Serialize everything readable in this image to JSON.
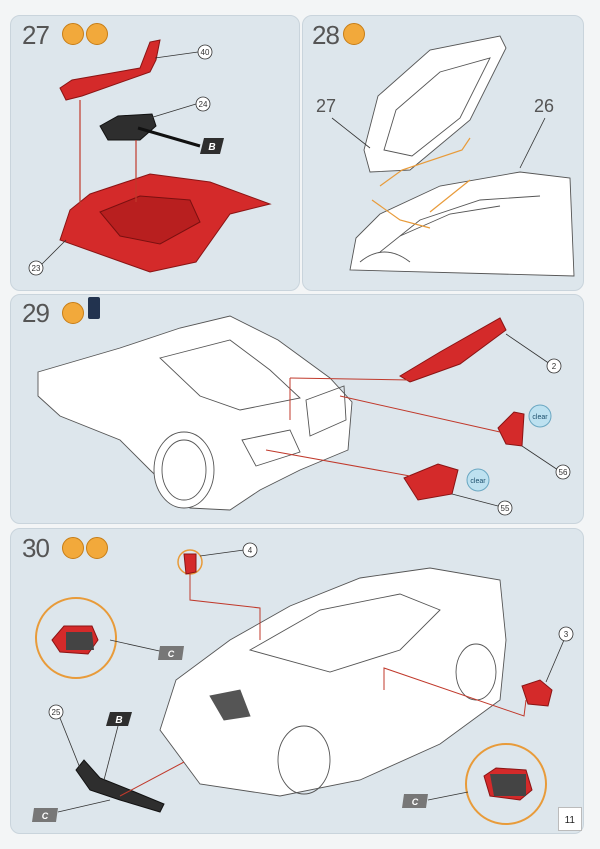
{
  "page_number": "11",
  "colors": {
    "panel": "#dde6ec",
    "part_red": "#d42a2a",
    "part_black": "#2e2e2e",
    "accent_orange": "#e89b3a",
    "leader_red": "#c0392b"
  },
  "steps": [
    {
      "number": "27",
      "parts": [
        "40",
        "24",
        "23"
      ],
      "paint_code": "B"
    },
    {
      "number": "28",
      "labels": [
        "27",
        "26"
      ]
    },
    {
      "number": "29",
      "parts": [
        "2",
        "56",
        "55"
      ],
      "clear_label": "clear"
    },
    {
      "number": "30",
      "parts": [
        "4",
        "3",
        "25"
      ],
      "paint_codes": [
        "C",
        "B",
        "C",
        "C"
      ]
    }
  ]
}
